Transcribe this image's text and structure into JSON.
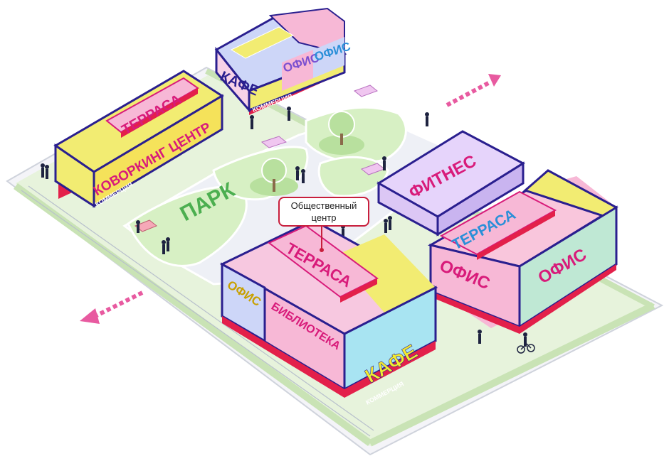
{
  "colors": {
    "outline": "#2a1f8f",
    "accent_magenta": "#d81b7a",
    "green_label": "#4caf50",
    "blue_label": "#2a8fd8",
    "yellow_block": "#f2ec72",
    "pink_block": "#f7b8d6",
    "lavender_block": "#dcc7f5",
    "mint_block": "#bfe8d4",
    "cyan_block": "#a8e4f2",
    "base_red": "#e3204a",
    "park_green": "#d7f0c4",
    "walk_grey": "#eef0f4"
  },
  "labels": {
    "coworking": "КОВОРКИНГ ЦЕНТР",
    "terrace_nw": "ТЕРРАСА",
    "commerce_nw": "КОММЕРЦИЯ",
    "cafe_top": "КАФЕ",
    "office_top_1": "ОФИС",
    "office_top_2": "ОФИС",
    "commerce_top": "КОММЕРЦИЯ",
    "park": "ПАРК",
    "fitness": "ФИТНЕС",
    "terrace_e": "ТЕРРАСА",
    "office_e_1": "ОФИС",
    "office_e_2": "ОФИС",
    "office_s": "ОФИС",
    "library": "БИБЛИОТЕКА",
    "terrace_s": "ТЕРРАСА",
    "cafe_s": "КАФЕ",
    "commerce_s": "КОММЕРЦИЯ"
  },
  "callout": {
    "line1": "Общественный",
    "line2": "центр"
  },
  "icons": {
    "arrow_ne": "dashed-arrow-icon",
    "arrow_sw": "dashed-arrow-icon"
  }
}
